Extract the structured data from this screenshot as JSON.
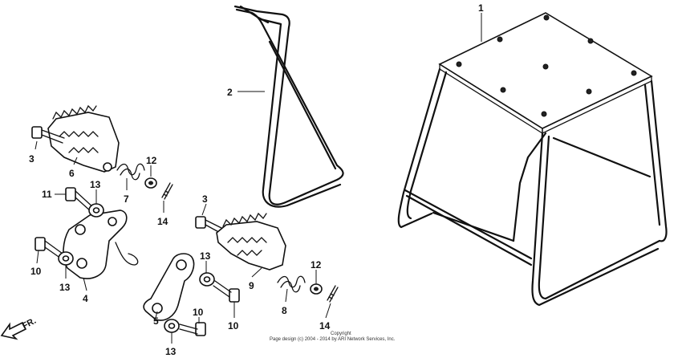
{
  "callouts": [
    {
      "id": "c1",
      "text": "1"
    },
    {
      "id": "c2",
      "text": "2"
    },
    {
      "id": "c3a",
      "text": "3"
    },
    {
      "id": "c6",
      "text": "6"
    },
    {
      "id": "c12a",
      "text": "12"
    },
    {
      "id": "c7",
      "text": "7"
    },
    {
      "id": "c11",
      "text": "11"
    },
    {
      "id": "c13a",
      "text": "13"
    },
    {
      "id": "c14a",
      "text": "14"
    },
    {
      "id": "c3b",
      "text": "3"
    },
    {
      "id": "c10a",
      "text": "10"
    },
    {
      "id": "c13b",
      "text": "13"
    },
    {
      "id": "c4",
      "text": "4"
    },
    {
      "id": "c13c",
      "text": "13"
    },
    {
      "id": "c9",
      "text": "9"
    },
    {
      "id": "c12b",
      "text": "12"
    },
    {
      "id": "c8",
      "text": "8"
    },
    {
      "id": "c10b",
      "text": "10"
    },
    {
      "id": "c14b",
      "text": "14"
    },
    {
      "id": "c5",
      "text": "5"
    },
    {
      "id": "c10c",
      "text": "10"
    },
    {
      "id": "c13d",
      "text": "13"
    }
  ],
  "front_arrow": {
    "label": "FR."
  },
  "copyright": {
    "line1": "Copyright",
    "line2": "Page design (c) 2004 - 2014 by ARI Network Services, Inc."
  }
}
